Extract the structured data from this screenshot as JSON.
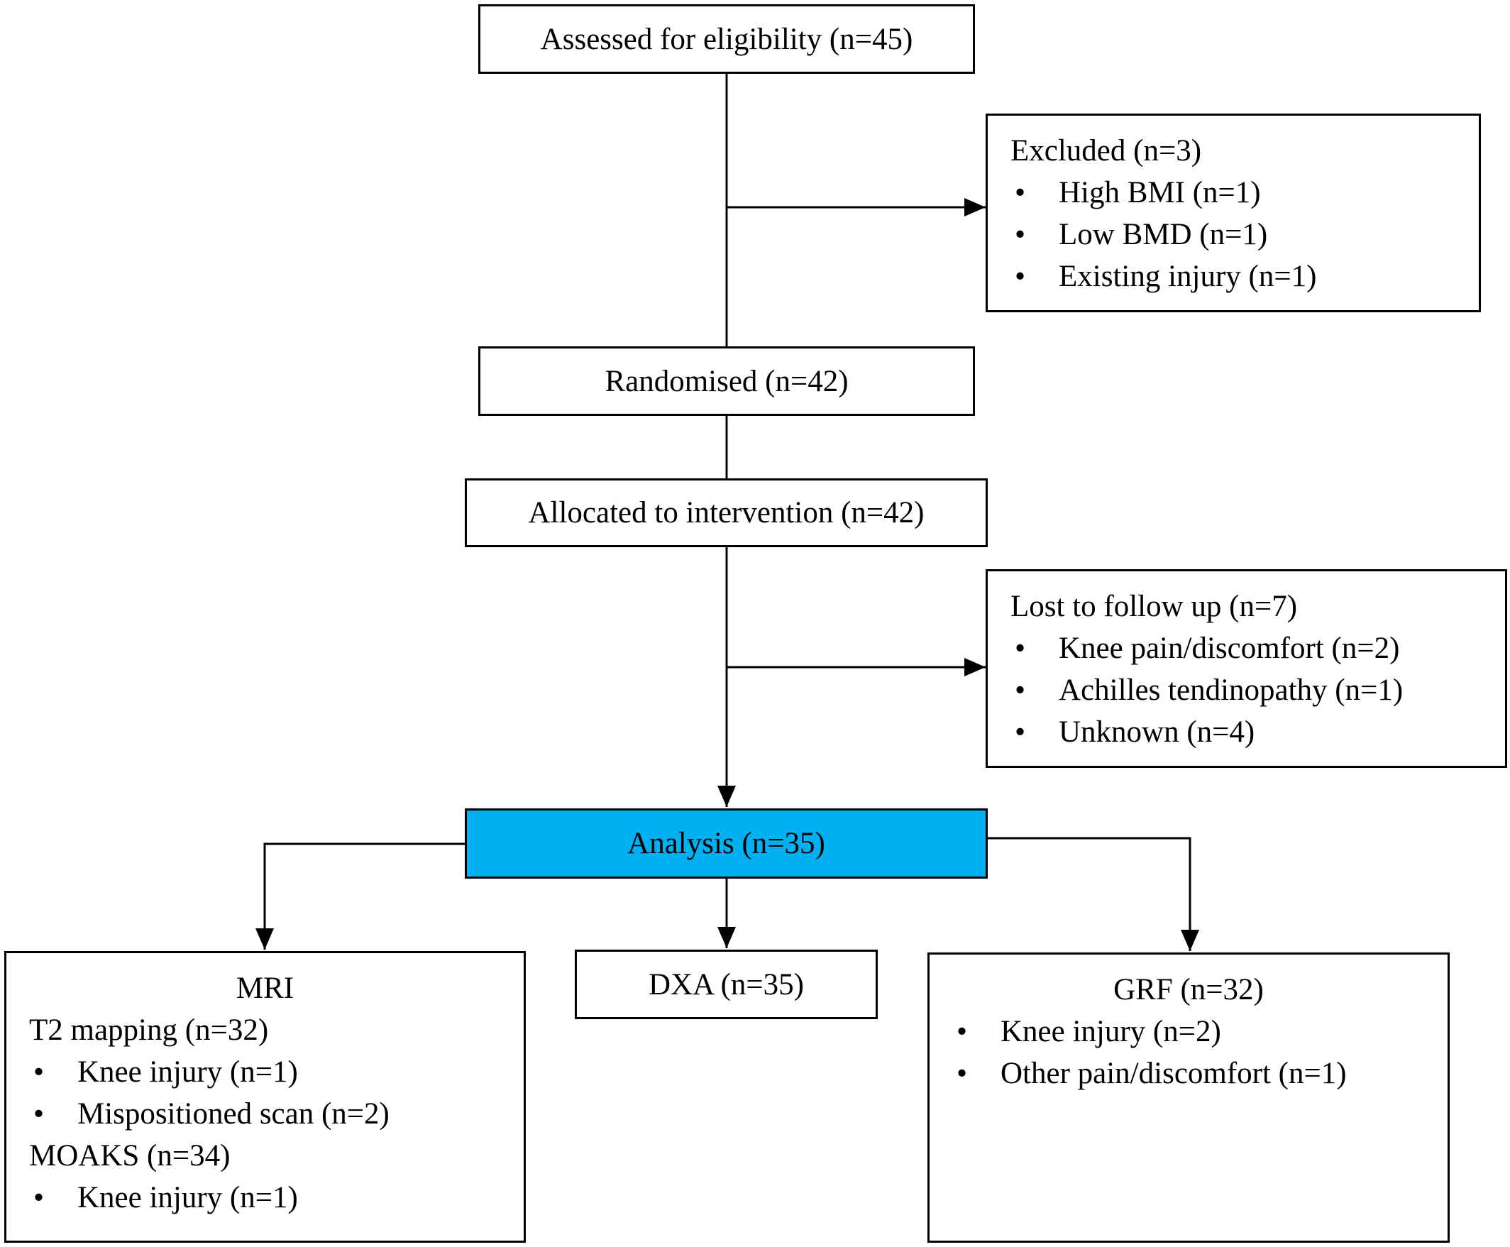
{
  "enrollment": {
    "label": "Assessed for eligibility (n=45)"
  },
  "excluded": {
    "title": "Excluded (n=3)",
    "items": [
      "High BMI (n=1)",
      "Low BMD (n=1)",
      "Existing injury (n=1)"
    ]
  },
  "randomised": {
    "label": "Randomised (n=42)"
  },
  "allocated": {
    "label": "Allocated to intervention (n=42)"
  },
  "lost": {
    "title": "Lost to follow up (n=7)",
    "items": [
      "Knee pain/discomfort (n=2)",
      "Achilles tendinopathy (n=1)",
      "Unknown (n=4)"
    ]
  },
  "analysis": {
    "label": "Analysis (n=35)",
    "fill": "#00b0f0"
  },
  "mri": {
    "title": "MRI",
    "t2_label": "T2 mapping (n=32)",
    "t2_items": [
      "Knee injury (n=1)",
      "Mispositioned scan (n=2)"
    ],
    "moaks_label": "MOAKS (n=34)",
    "moaks_items": [
      "Knee injury (n=1)"
    ]
  },
  "dxa": {
    "label": "DXA (n=35)"
  },
  "grf": {
    "title": "GRF (n=32)",
    "items": [
      "Knee injury (n=2)",
      "Other pain/discomfort (n=1)"
    ]
  },
  "bullet_char": "•"
}
